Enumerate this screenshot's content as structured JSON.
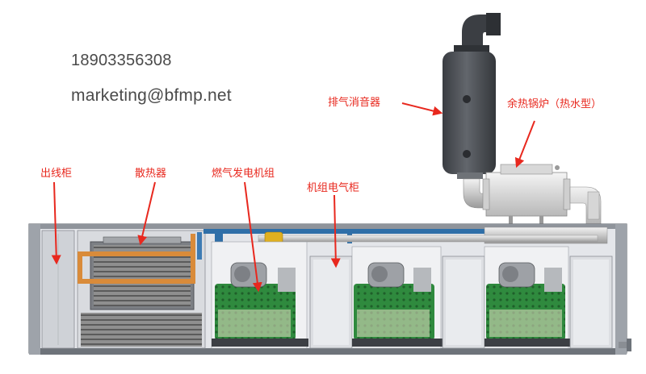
{
  "contact": {
    "phone": "18903356308",
    "email": "marketing@bfmp.net"
  },
  "labels": {
    "exhaust_silencer": "排气消音器",
    "waste_heat_boiler": "余热锅炉（热水型）",
    "outlet_cabinet": "出线柜",
    "radiator": "散热器",
    "gas_genset": "燃气发电机组",
    "genset_electrical_cabinet": "机组电气柜"
  },
  "colors": {
    "annotation": "#e8281e",
    "contact_text": "#4a4a4a",
    "engine_green": "#2e8b3d",
    "pipe_blue": "#2f6fa8",
    "pipe_orange": "#d98b3a",
    "pipe_yellow": "#e0b020",
    "container_grey": "#c9ccd1",
    "silencer": "#4a4d52"
  }
}
